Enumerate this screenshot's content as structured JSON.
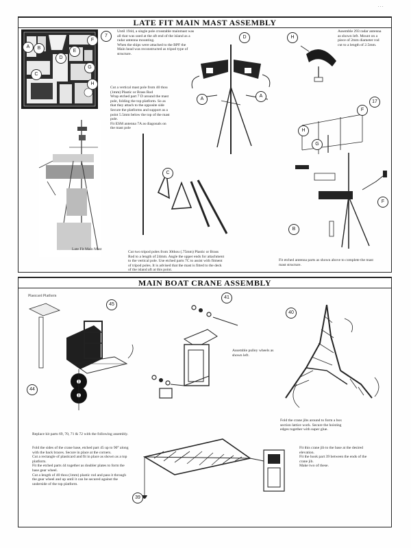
{
  "corner_mark": ". . .",
  "section1": {
    "title": "LATE FIT MAIN MAST ASSEMBLY",
    "step_label": "7",
    "intro_text": "Until 1944, a single pole crosstable mainmast was\nall that was used at the aft end of the island as a\nradar antenna mounting.\nWhen the ships were attached to the BPF the\nMain head was reconstructed as tripod type of\nstructure.",
    "cut_text": "Cut a vertical mast pole from 40 thou\n(1mm) Plastic or Brass Rod\nWrap etched part 7 D around the mast\npole, folding the top platform. So as\nthat they attach to the opposite side\nSecure the platforms and support as a\npoint 5.5mm below the top of the mast\npole.\nFit ESM antenna 7A as diagonals on\nthe mast pole",
    "assemble_text": "Assemble 293 radar antenna\nas shown left. Mount on a\npiece of 2mm diameter rod\ncut to a length of 2.5mm.",
    "tripod_text": "Cut two tripod poles from 30thou (.75mm) Plastic or Brass\nRod to a length of 24mm. Angle the upper ends for attachment\nto the vertical pole. Use etched parts 7C to assist with fitment\nof tripod poles. It is advised that the mast is fitted to the deck\nof the island aft at this point.",
    "photo_caption": "Late Fit Main Mast",
    "fit_text": "Fit etched antenna parts as shown above to complete the mast\nmast structure.",
    "fret_labels": [
      "A",
      "B",
      "C",
      "D",
      "E",
      "F",
      "G",
      "H"
    ],
    "callouts": {
      "a1": "A",
      "a2": "A",
      "d": "D",
      "h1": "H",
      "h2": "H",
      "c": "C",
      "f1": "F",
      "f2": "F",
      "b": "B",
      "g": "G",
      "n17": "17"
    }
  },
  "section2": {
    "title": "MAIN BOAT CRANE ASSEMBLY",
    "plastic_label": "Plastcard Platform",
    "pulley_text": "Assemble pulley wheels as\nshown left.",
    "replace_text": "Replace kit parts 69, 70, 71 & 72 with the following assembly.",
    "fold_text": "Fold the sides of the crane base, etched part 45 up to 90° along\nwith the back braces.  Secure in place at the corners.\nCut a rectangle of plasticard and fit in place as shown as a top\nplatform.\nFit the etched parts 44 together as doubler plates to form the\nbase gear wheel.\nCut a length of 40 thou (1mm) plastic rod and pass it through\nthe gear wheel and up until it can be secured against the\nunderside of the top platform.",
    "jib_fold_text": "Fold the crane jibs around to form a box\nsection lattice work. Secure the hoisting\nedges together with super glue.",
    "fit_jib_text": "Fit this crane jib to the base at the desired\nelevation.\nFit the hook part 39 between the ends of the\ncrane jib.\nMake two of these.",
    "callouts": {
      "n45": "45",
      "n41": "41",
      "n40": "40",
      "n44": "44",
      "n39": "39"
    }
  }
}
